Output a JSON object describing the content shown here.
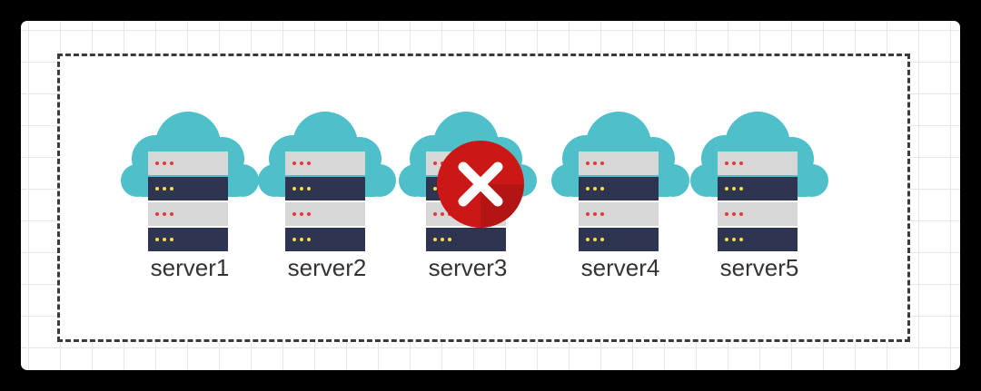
{
  "diagram": {
    "servers": [
      {
        "label": "server1",
        "status": "ok"
      },
      {
        "label": "server2",
        "status": "ok"
      },
      {
        "label": "server3",
        "status": "failed"
      },
      {
        "label": "server4",
        "status": "ok"
      },
      {
        "label": "server5",
        "status": "ok"
      }
    ],
    "colors": {
      "cloud": "#4fbfca",
      "cloud_shade": "#3fb0bb",
      "rack_light": "#d7d7d7",
      "rack_dark": "#2f3550",
      "led_red": "#e03a3a",
      "led_yellow": "#f2e14a",
      "fail_red": "#cc1717"
    }
  }
}
